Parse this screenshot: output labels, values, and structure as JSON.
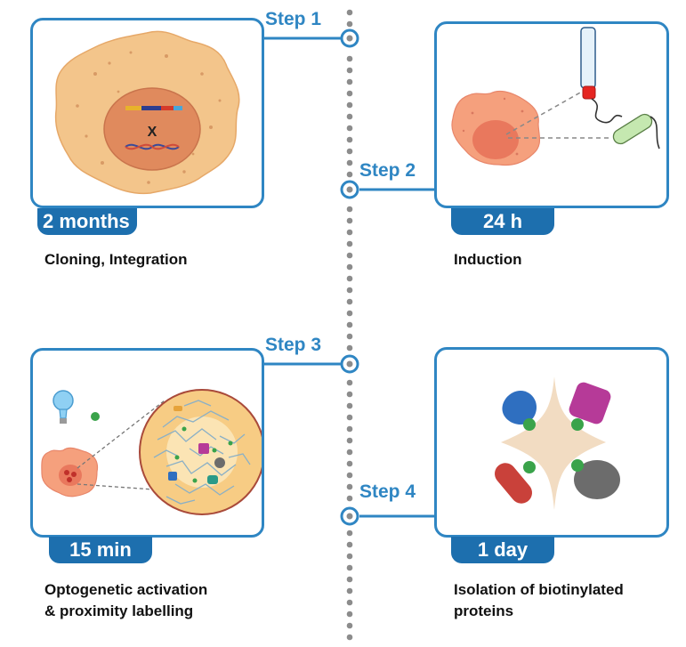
{
  "colors": {
    "accent": "#2f86c3",
    "tab": "#1d6fae",
    "cell": "#f3c58b",
    "nucleus": "#e08a5d",
    "cell_pink": "#f5a07d",
    "timeline_dot": "#8c8c8c"
  },
  "steps": [
    {
      "label": "Step 1",
      "duration": "2 months",
      "caption": "Cloning, Integration"
    },
    {
      "label": "Step 2",
      "duration": "24 h",
      "caption": "Induction"
    },
    {
      "label": "Step 3",
      "duration": "15 min",
      "caption": "Optogenetic activation\n& proximity labelling"
    },
    {
      "label": "Step 4",
      "duration": "1 day",
      "caption": "Isolation of biotinylated\nproteins"
    }
  ],
  "panel1": {
    "gene_mark": "X"
  },
  "icons": [
    "cell-icon",
    "dna-icon",
    "protein-construct-icon",
    "light-bulb-icon",
    "zoom-circle-icon",
    "star-shape-icon"
  ]
}
